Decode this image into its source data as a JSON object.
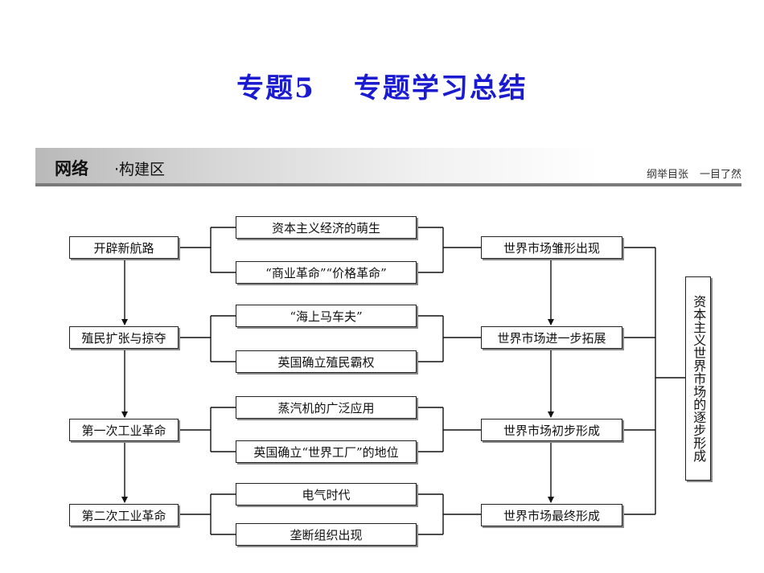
{
  "title": {
    "part1": "专题5",
    "part2": "专题学习总结"
  },
  "section": {
    "main": "网络",
    "sub": "·构建区",
    "motto1": "纲举目张",
    "motto2": "一目了然"
  },
  "diagram": {
    "left": [
      "开辟新航路",
      "殖民扩张与掠夺",
      "第一次工业革命",
      "第二次工业革命"
    ],
    "middle": [
      [
        "资本主义经济的萌生",
        "“商业革命”“价格革命”"
      ],
      [
        "“海上马车夫”",
        "英国确立殖民霸权"
      ],
      [
        "蒸汽机的广泛应用",
        "英国确立“世界工厂”的地位"
      ],
      [
        "电气时代",
        "垄断组织出现"
      ]
    ],
    "right": [
      "世界市场雏形出现",
      "世界市场进一步拓展",
      "世界市场初步形成",
      "世界市场最终形成"
    ],
    "final": "资本主义世界市场的逐步形成"
  }
}
